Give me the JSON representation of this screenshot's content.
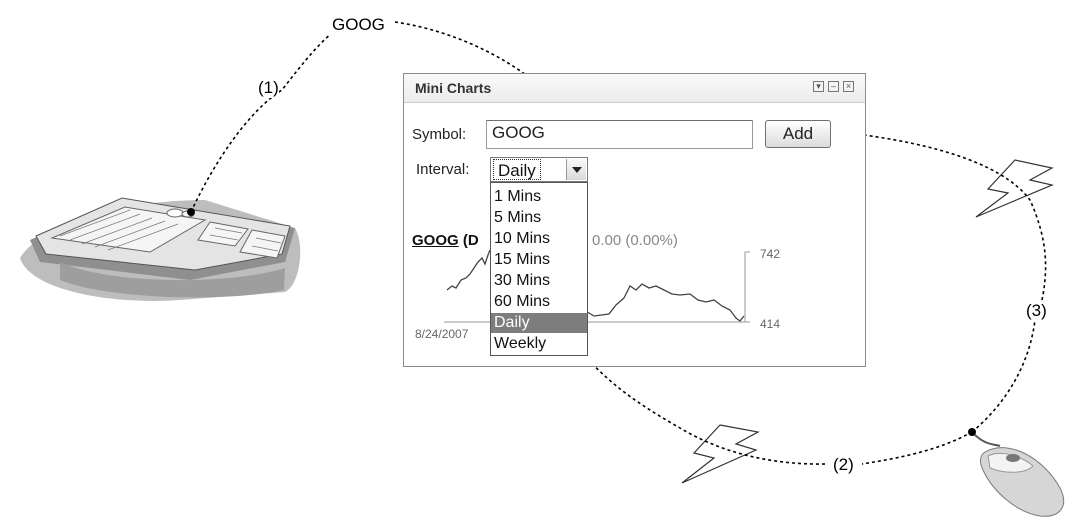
{
  "labels": {
    "symbol_text": "GOOG",
    "step1": "(1)",
    "step2": "(2)",
    "step3": "(3)"
  },
  "panel": {
    "title": "Mini Charts",
    "window_buttons": [
      "dropdown-icon",
      "minimize-icon",
      "close-icon"
    ],
    "symbol_label": "Symbol:",
    "symbol_value": "GOOG",
    "add_button": "Add",
    "interval_label": "Interval:",
    "interval_selected": "Daily",
    "interval_options": [
      "1 Mins",
      "5 Mins",
      "10 Mins",
      "15 Mins",
      "30 Mins",
      "60 Mins",
      "Daily",
      "Weekly"
    ],
    "chart_symbol": "GOOG",
    "chart_symbol_suffix": "(D",
    "chart_change": "0.00 (0.00%)",
    "chart_high": "742",
    "chart_low": "414",
    "chart_start_date": "8/24/2007"
  },
  "devices": {
    "keyboard": "keyboard-icon",
    "mouse": "mouse-icon",
    "wireless_signal": "lightning-icon"
  }
}
